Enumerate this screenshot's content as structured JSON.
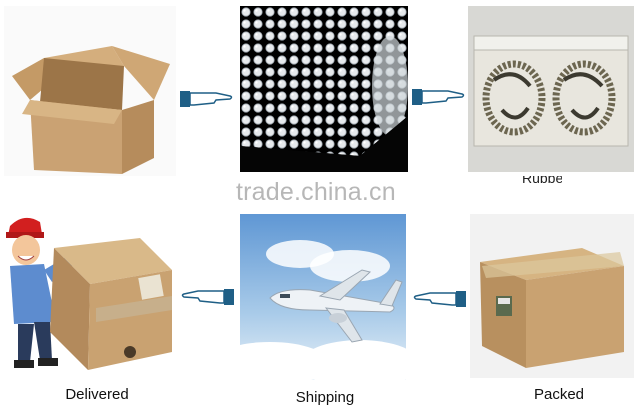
{
  "watermark": "trade.china.cn",
  "steps": {
    "delivered": "Delivered",
    "shipping": "Shipping",
    "packed": "Packed",
    "partial_label": "Rubber"
  },
  "icons": {
    "arrow": "pointing-hand-arrow-icon"
  },
  "colors": {
    "arrow_blue": "#1f5f86",
    "cardboard": "#c9a271",
    "sky": "#7fb3e0"
  }
}
